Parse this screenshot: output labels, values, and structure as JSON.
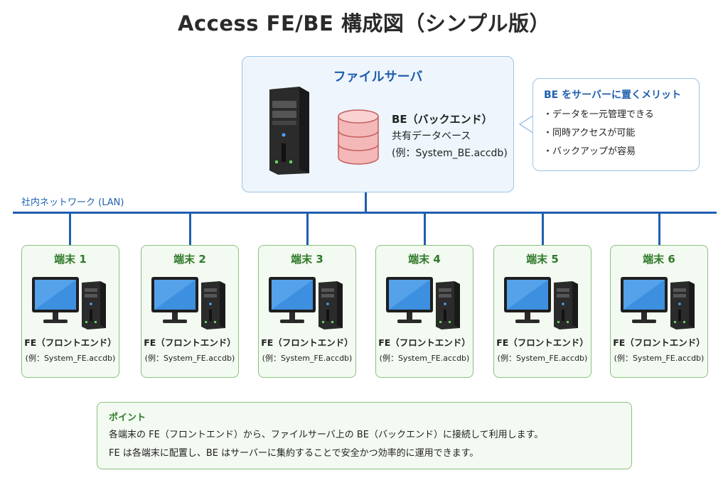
{
  "title": "Access FE/BE 構成図（シンプル版）",
  "server": {
    "title": "ファイルサーバ",
    "be_label": "BE（バックエンド）",
    "be_desc": "共有データベース",
    "be_example": "(例：System_BE.accdb)"
  },
  "callout": {
    "title": "BE をサーバーに置くメリット",
    "items": [
      "データを一元管理できる",
      "同時アクセスが可能",
      "バックアップが容易"
    ]
  },
  "network": {
    "label": "社内ネットワーク (LAN)"
  },
  "terminals": [
    {
      "title": "端末 1",
      "fe": "FE（フロントエンド）",
      "example": "(例：System_FE.accdb)"
    },
    {
      "title": "端末 2",
      "fe": "FE（フロントエンド）",
      "example": "(例：System_FE.accdb)"
    },
    {
      "title": "端末 3",
      "fe": "FE（フロントエンド）",
      "example": "(例：System_FE.accdb)"
    },
    {
      "title": "端末 4",
      "fe": "FE（フロントエンド）",
      "example": "(例：System_FE.accdb)"
    },
    {
      "title": "端末 5",
      "fe": "FE（フロントエンド）",
      "example": "(例：System_FE.accdb)"
    },
    {
      "title": "端末 6",
      "fe": "FE（フロントエンド）",
      "example": "(例：System_FE.accdb)"
    }
  ],
  "point": {
    "title": "ポイント",
    "line1": "各端末の FE（フロントエンド）から、ファイルサーバ上の BE（バックエンド）に接続して利用します。",
    "line2": "FE は各端末に配置し、BE はサーバーに集約することで安全かつ効率的に運用できます。"
  },
  "colors": {
    "accent_blue": "#1f5fae",
    "accent_green": "#2f7a2a",
    "db_pink": "#f4b8b8"
  }
}
